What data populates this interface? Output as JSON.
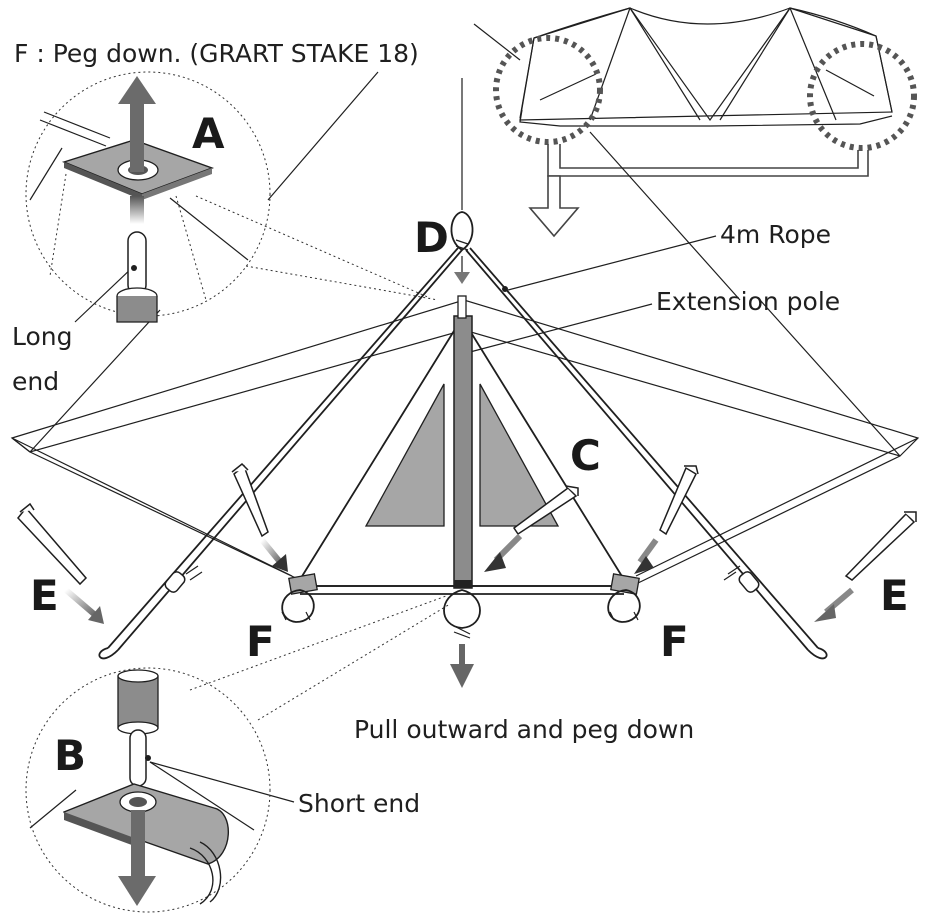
{
  "labels": {
    "f_instruction": "F : Peg down. (GRART STAKE 18)",
    "rope": "4m Rope",
    "extension_pole": "Extension pole",
    "long_end_1": "Long",
    "long_end_2": "end",
    "short_end": "Short end",
    "pull_outward": "Pull outward and peg down"
  },
  "markers": {
    "a": "A",
    "b": "B",
    "c": "C",
    "d": "D",
    "e_left": "E",
    "e_right": "E",
    "f_left": "F",
    "f_right": "F"
  },
  "colors": {
    "line": "#1f1f1f",
    "panel_gray": "#a6a6a6",
    "arrow_gray": "#6b6b6b"
  }
}
